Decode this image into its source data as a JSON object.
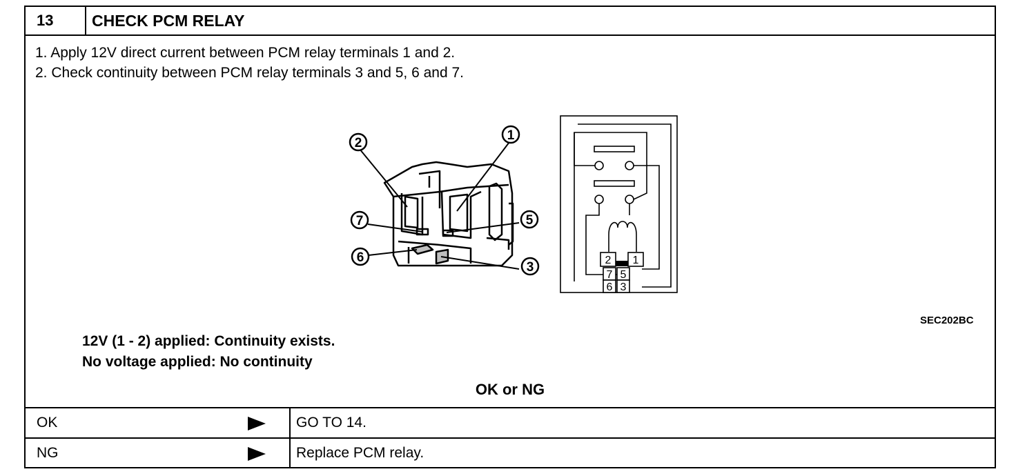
{
  "header": {
    "step_number": "13",
    "title": "CHECK PCM RELAY"
  },
  "instructions": [
    "1.  Apply 12V direct current between PCM relay terminals 1 and 2.",
    "2.  Check continuity between PCM relay terminals 3 and 5, 6 and 7."
  ],
  "figure": {
    "code": "SEC202BC",
    "relay_callouts": [
      "2",
      "1",
      "7",
      "5",
      "6",
      "3"
    ],
    "schematic_terminals": [
      "2",
      "1",
      "7",
      "5",
      "6",
      "3"
    ]
  },
  "spec": {
    "line1": "12V (1 - 2) applied: Continuity exists.",
    "line2": "No voltage applied: No continuity"
  },
  "verdict": "OK or NG",
  "results": [
    {
      "label": "OK",
      "action": "GO TO 14."
    },
    {
      "label": "NG",
      "action": "Replace PCM relay."
    }
  ]
}
